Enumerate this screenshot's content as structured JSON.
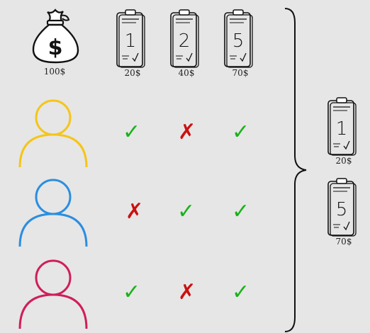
{
  "budget": {
    "label": "100$"
  },
  "tasks": [
    {
      "number": "1",
      "cost": "20$"
    },
    {
      "number": "2",
      "cost": "40$"
    },
    {
      "number": "5",
      "cost": "70$"
    }
  ],
  "people": [
    {
      "color": "#f5c518",
      "votes": [
        "✓",
        "✗",
        "✓"
      ]
    },
    {
      "color": "#2b8ee0",
      "votes": [
        "✗",
        "✓",
        "✓"
      ]
    },
    {
      "color": "#d01e5a",
      "votes": [
        "✓",
        "✗",
        "✓"
      ]
    }
  ],
  "selected": [
    {
      "number": "1",
      "cost": "20$"
    },
    {
      "number": "5",
      "cost": "70$"
    }
  ],
  "colors": {
    "check": "#19b219",
    "cross": "#cc1010"
  }
}
